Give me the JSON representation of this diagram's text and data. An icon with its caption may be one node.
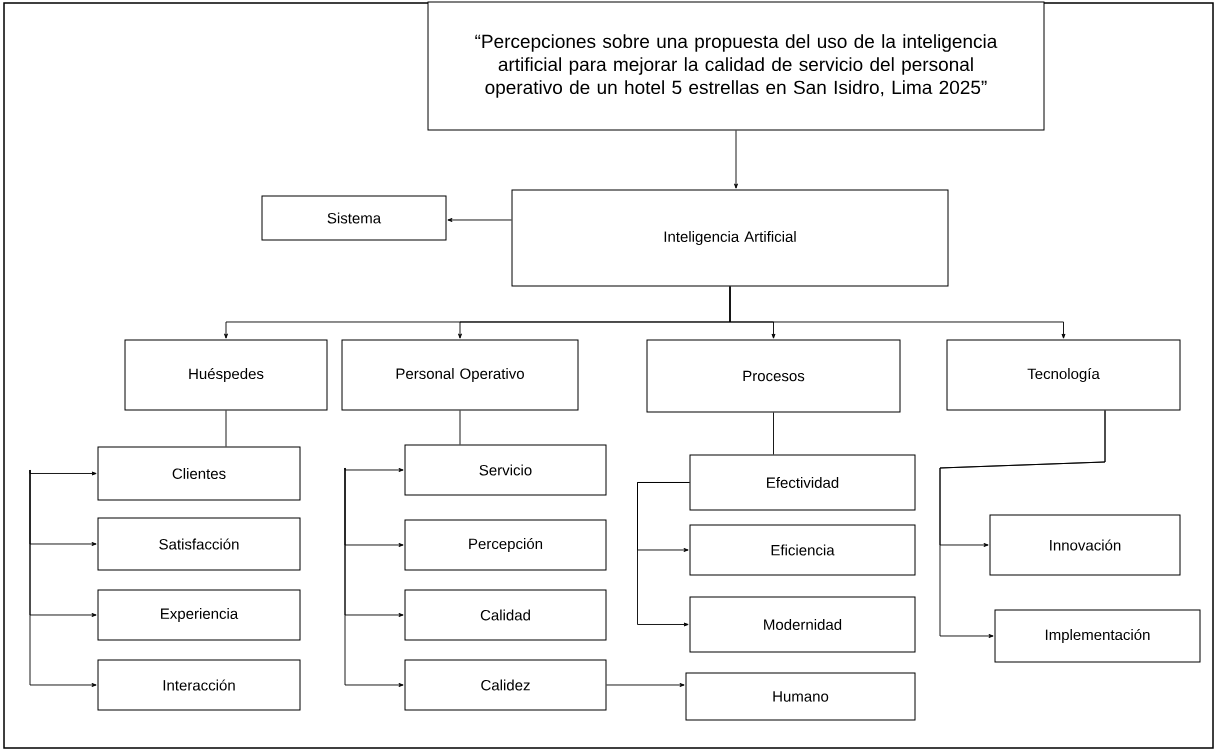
{
  "diagram": {
    "nodes": [
      {
        "text": [
          "“Percepciones sobre una propuesta del uso de la inteligencia artificial para mejorar la calidad de servicio del personal operativo de un hotel 5 estrellas en San Isidro, Lima 2025”"
        ]
      },
      {
        "text": [
          "Sistema"
        ]
      },
      {
        "text": [
          "Inteligencia Artificial"
        ]
      },
      {
        "text": [
          "Huéspedes"
        ]
      },
      {
        "text": [
          "Personal Operativo"
        ]
      },
      {
        "text": [
          "Procesos"
        ]
      },
      {
        "text": [
          "Tecnología"
        ]
      },
      {
        "text": [
          "Clientes"
        ]
      },
      {
        "text": [
          "Satisfacción"
        ]
      },
      {
        "text": [
          "Experiencia"
        ]
      },
      {
        "text": [
          "Interacción"
        ]
      },
      {
        "text": [
          "Servicio"
        ]
      },
      {
        "text": [
          "Percepción"
        ]
      },
      {
        "text": [
          "Calidad"
        ]
      },
      {
        "text": [
          "Calidez"
        ]
      },
      {
        "text": [
          "Humano"
        ]
      },
      {
        "text": [
          "Efectividad"
        ]
      },
      {
        "text": [
          "Eficiencia"
        ]
      },
      {
        "text": [
          "Modernidad"
        ]
      },
      {
        "text": [
          "Innovación"
        ]
      },
      {
        "text": [
          "Implementación"
        ]
      }
    ],
    "edges": [
      {
        "from": 0,
        "to": 2,
        "arrow": "to"
      },
      {
        "from": 2,
        "to": 1,
        "arrow": "to"
      },
      {
        "from": 2,
        "to": 3,
        "arrow": "to"
      },
      {
        "from": 2,
        "to": 4,
        "arrow": "to"
      },
      {
        "from": 2,
        "to": 5,
        "arrow": "to"
      },
      {
        "from": 2,
        "to": 6,
        "arrow": "to"
      },
      {
        "from": 3,
        "to": 7,
        "arrow": "none"
      },
      {
        "from": null,
        "to": 7,
        "arrow": "to"
      },
      {
        "from": null,
        "to": 8,
        "arrow": "to"
      },
      {
        "from": null,
        "to": 9,
        "arrow": "to"
      },
      {
        "from": null,
        "to": 10,
        "arrow": "to"
      },
      {
        "from": 4,
        "to": 11,
        "arrow": "none"
      },
      {
        "from": null,
        "to": 11,
        "arrow": "to"
      },
      {
        "from": null,
        "to": 12,
        "arrow": "to"
      },
      {
        "from": null,
        "to": 13,
        "arrow": "to"
      },
      {
        "from": null,
        "to": 14,
        "arrow": "to"
      },
      {
        "from": 14,
        "to": 15,
        "arrow": "to"
      },
      {
        "from": 5,
        "to": 16,
        "arrow": "none"
      },
      {
        "from": 16,
        "to": 17,
        "arrow": "to"
      },
      {
        "from": 16,
        "to": 18,
        "arrow": "to"
      },
      {
        "from": 6,
        "to": 19,
        "arrow": "to"
      },
      {
        "from": 6,
        "to": 20,
        "arrow": "to"
      }
    ]
  }
}
